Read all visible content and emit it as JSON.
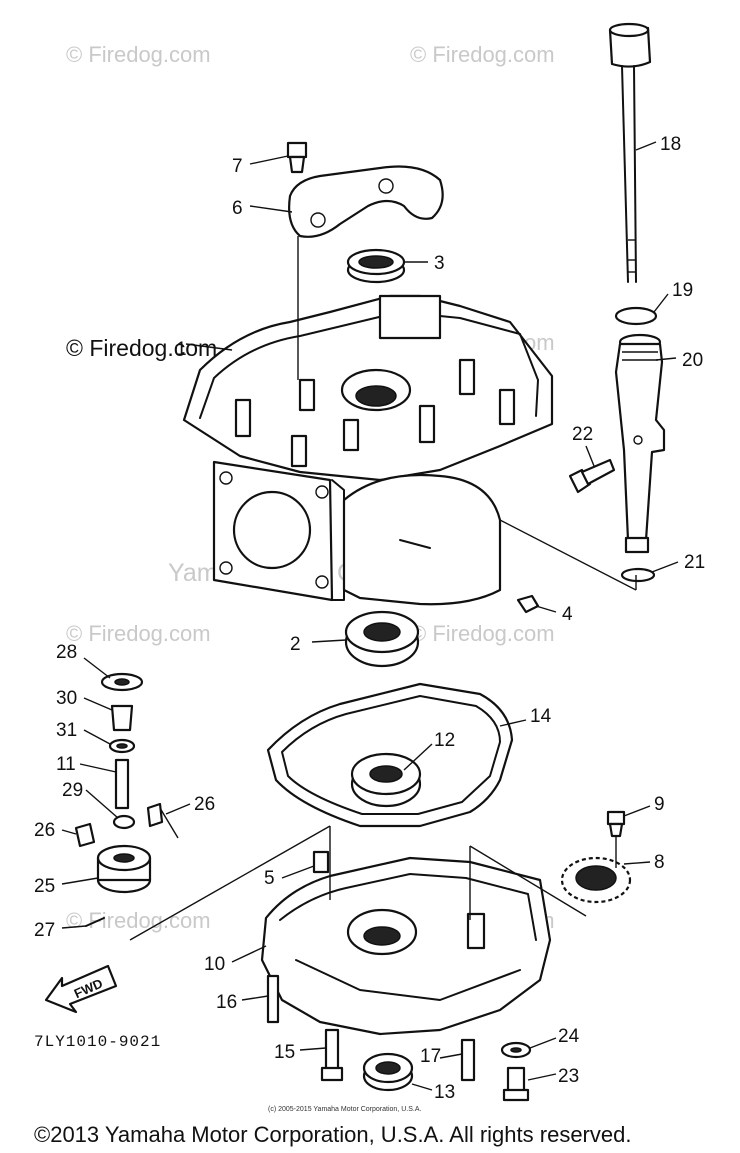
{
  "watermarks": {
    "firedog": "© Firedog.com",
    "firedog_dark": "© Firedog.com",
    "yamaha": "Yamaha Motor Corp., U.S.A."
  },
  "diagram_code": "7LY1010-9021",
  "fwd_label": "FWD",
  "small_copyright": "(c) 2005-2015 Yamaha Motor Corporation, U.S.A.",
  "footer_copyright": "©2013 Yamaha Motor Corporation, U.S.A. All rights reserved.",
  "callouts": {
    "c1": "1",
    "c2": "2",
    "c3": "3",
    "c4": "4",
    "c5": "5",
    "c6": "6",
    "c7": "7",
    "c8": "8",
    "c9": "9",
    "c10": "10",
    "c11": "11",
    "c12": "12",
    "c13": "13",
    "c14": "14",
    "c15": "15",
    "c16": "16",
    "c17": "17",
    "c18": "18",
    "c19": "19",
    "c20": "20",
    "c21": "21",
    "c22": "22",
    "c23": "23",
    "c24": "24",
    "c25": "25",
    "c26a": "26",
    "c26b": "26",
    "c27": "27",
    "c28": "28",
    "c29": "29",
    "c30": "30",
    "c31": "31"
  }
}
